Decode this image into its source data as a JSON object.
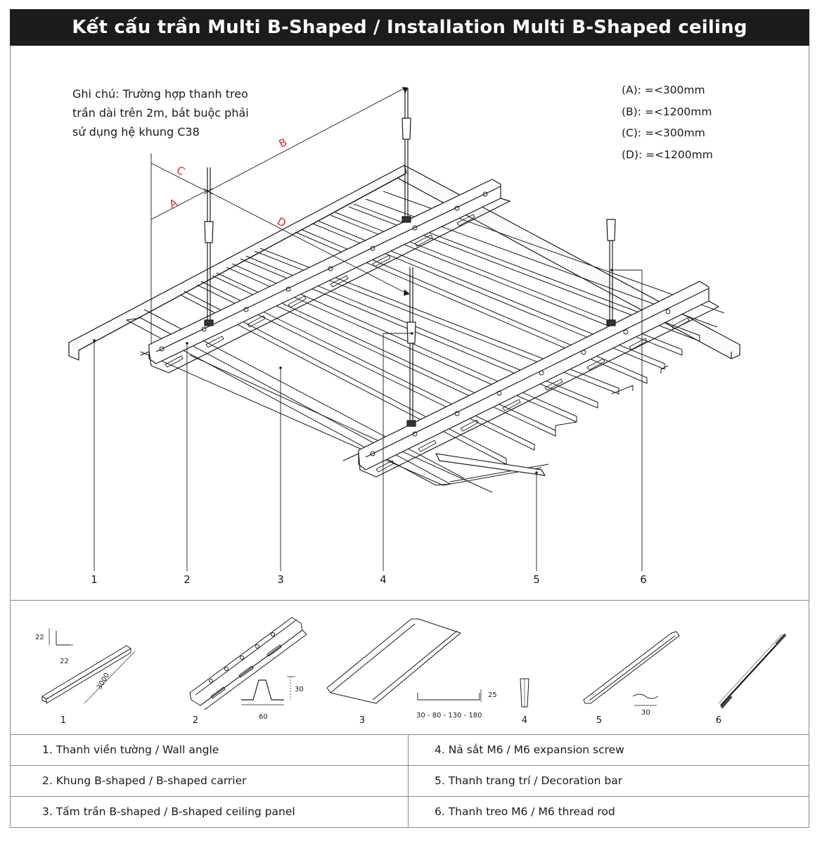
{
  "title": "Kết cấu trần Multi B-Shaped / Installation Multi B-Shaped ceiling",
  "note": {
    "lines": [
      "Ghi chú: Trường hợp thanh treo",
      "trần dài trên 2m, bắt buộc phải",
      "sử dụng hệ khung C38"
    ]
  },
  "specs": [
    "(A): =<300mm",
    "(B): =<1200mm",
    "(C): =<300mm",
    "(D): =<1200mm"
  ],
  "dimension_letters": {
    "a": "A",
    "b": "B",
    "c": "C",
    "d": "D"
  },
  "callouts": [
    "1",
    "2",
    "3",
    "4",
    "5",
    "6"
  ],
  "parts": {
    "p1": {
      "label": "1",
      "dim_a": "22",
      "dim_b": "22",
      "length": "3000"
    },
    "p2": {
      "label": "2",
      "height": "30",
      "width": "60"
    },
    "p3": {
      "label": "3",
      "height": "25",
      "widths": "30 - 80 - 130 - 180"
    },
    "p4": {
      "label": "4"
    },
    "p5": {
      "label": "5",
      "width": "30"
    },
    "p6": {
      "label": "6"
    }
  },
  "legend": [
    "1. Thanh viền tường / Wall angle",
    "2. Khung B-shaped / B-shaped carrier",
    "3. Tấm trần B-shaped / B-shaped ceiling panel",
    "4. Nả sắt M6 / M6 expansion screw",
    "5. Thanh trang trí / Decoration bar",
    "6. Thanh treo M6 / M6 thread rod"
  ],
  "colors": {
    "title_bg": "#1c1c1c",
    "title_text": "#ffffff",
    "dimension_red": "#d32f2f",
    "line": "#1a1a1a",
    "border": "#8a8a8a"
  }
}
